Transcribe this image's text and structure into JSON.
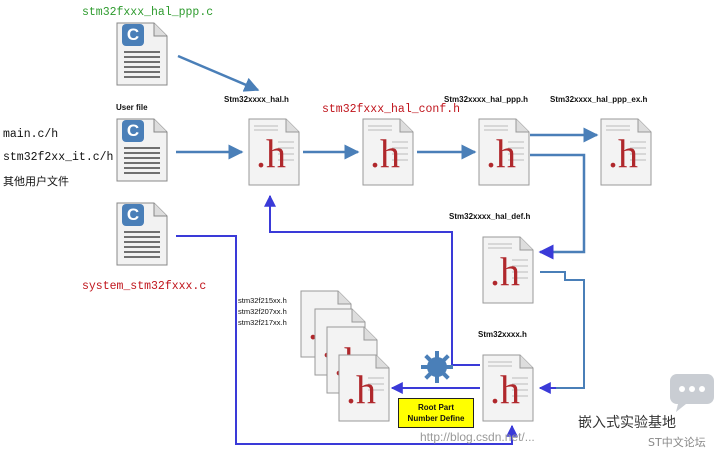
{
  "labels": {
    "hal_ppp_c": "stm32fxxx_hal_ppp.c",
    "user_file": "User file",
    "main_c": "main.c/h",
    "it_c": "stm32f2xx_it.c/h",
    "other_user": "其他用户文件",
    "system_c": "system_stm32fxxx.c",
    "hal_h": "Stm32xxxx_hal.h",
    "hal_conf_h": "stm32fxxx_hal_conf.h",
    "hal_ppp_h": "Stm32xxxx_hal_ppp.h",
    "hal_ppp_ex_h": "Stm32xxxx_hal_ppp_ex.h",
    "hal_def_h": "Stm32xxxx_hal_def.h",
    "stm32xx_h": "Stm32xxxx.h",
    "device_list": [
      "stm32f215xx.h",
      "stm32f207xx.h",
      "stm32f217xx.h"
    ],
    "root_part_1": "Root Part",
    "root_part_2": "Number Define",
    "h_letter": ".h",
    "c_letter": "C"
  },
  "watermark": {
    "blog": "http://blog.csdn.net/...",
    "account": "嵌入式实验基地",
    "forum": "ST中文论坛"
  },
  "colors": {
    "green_label": "#2e9b2e",
    "red_label": "#c0141c",
    "arrow_blue": "#4a7fb8",
    "arrow_violet": "#3a3ad8",
    "root_box": "#ffff00",
    "h_red": "#b0282c"
  }
}
